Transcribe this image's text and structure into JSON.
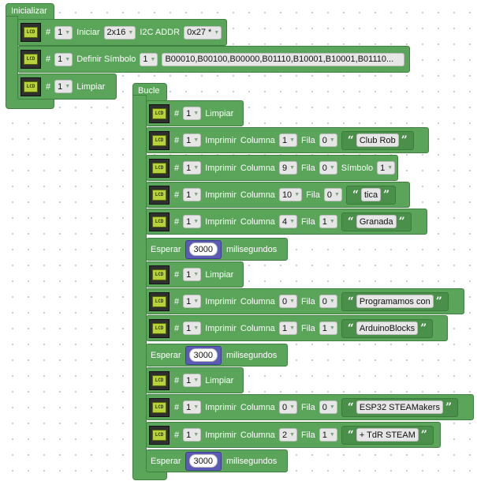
{
  "init": {
    "label": "Inicializar",
    "blocks": [
      {
        "hash": "#",
        "num": "1",
        "action": "Iniciar",
        "size": "2x16",
        "addr_label": "I2C ADDR",
        "addr": "0x27 *"
      },
      {
        "hash": "#",
        "num": "1",
        "action": "Definir Símbolo",
        "sym": "1",
        "bits": "B00010,B00100,B00000,B01110,B10001,B10001,B01110..."
      },
      {
        "hash": "#",
        "num": "1",
        "action": "Limpiar"
      }
    ]
  },
  "loop": {
    "label": "Bucle",
    "blocks": [
      {
        "hash": "#",
        "num": "1",
        "action": "Limpiar"
      },
      {
        "hash": "#",
        "num": "1",
        "action": "Imprimir",
        "col_label": "Columna",
        "col": "1",
        "row_label": "Fila",
        "row": "0",
        "text": "Club Rob"
      },
      {
        "hash": "#",
        "num": "1",
        "action": "Imprimir",
        "col_label": "Columna",
        "col": "9",
        "row_label": "Fila",
        "row": "0",
        "sym_label": "Símbolo",
        "sym": "1"
      },
      {
        "hash": "#",
        "num": "1",
        "action": "Imprimir",
        "col_label": "Columna",
        "col": "10",
        "row_label": "Fila",
        "row": "0",
        "text": "tica"
      },
      {
        "hash": "#",
        "num": "1",
        "action": "Imprimir",
        "col_label": "Columna",
        "col": "4",
        "row_label": "Fila",
        "row": "1",
        "text": "Granada"
      },
      {
        "wait": "Esperar",
        "ms": "3000",
        "unit": "milisegundos"
      },
      {
        "hash": "#",
        "num": "1",
        "action": "Limpiar"
      },
      {
        "hash": "#",
        "num": "1",
        "action": "Imprimir",
        "col_label": "Columna",
        "col": "0",
        "row_label": "Fila",
        "row": "0",
        "text": "Programamos con"
      },
      {
        "hash": "#",
        "num": "1",
        "action": "Imprimir",
        "col_label": "Columna",
        "col": "1",
        "row_label": "Fila",
        "row": "1",
        "text": "ArduinoBlocks"
      },
      {
        "wait": "Esperar",
        "ms": "3000",
        "unit": "milisegundos"
      },
      {
        "hash": "#",
        "num": "1",
        "action": "Limpiar"
      },
      {
        "hash": "#",
        "num": "1",
        "action": "Imprimir",
        "col_label": "Columna",
        "col": "0",
        "row_label": "Fila",
        "row": "0",
        "text": "ESP32 STEAMakers"
      },
      {
        "hash": "#",
        "num": "1",
        "action": "Imprimir",
        "col_label": "Columna",
        "col": "2",
        "row_label": "Fila",
        "row": "1",
        "text": "+ TdR STEAM"
      },
      {
        "wait": "Esperar",
        "ms": "3000",
        "unit": "milisegundos"
      }
    ]
  },
  "icons": {
    "lcd": "LCD",
    "quote_open": "“",
    "quote_close": "”",
    "dropdown_arrow": "▼"
  }
}
